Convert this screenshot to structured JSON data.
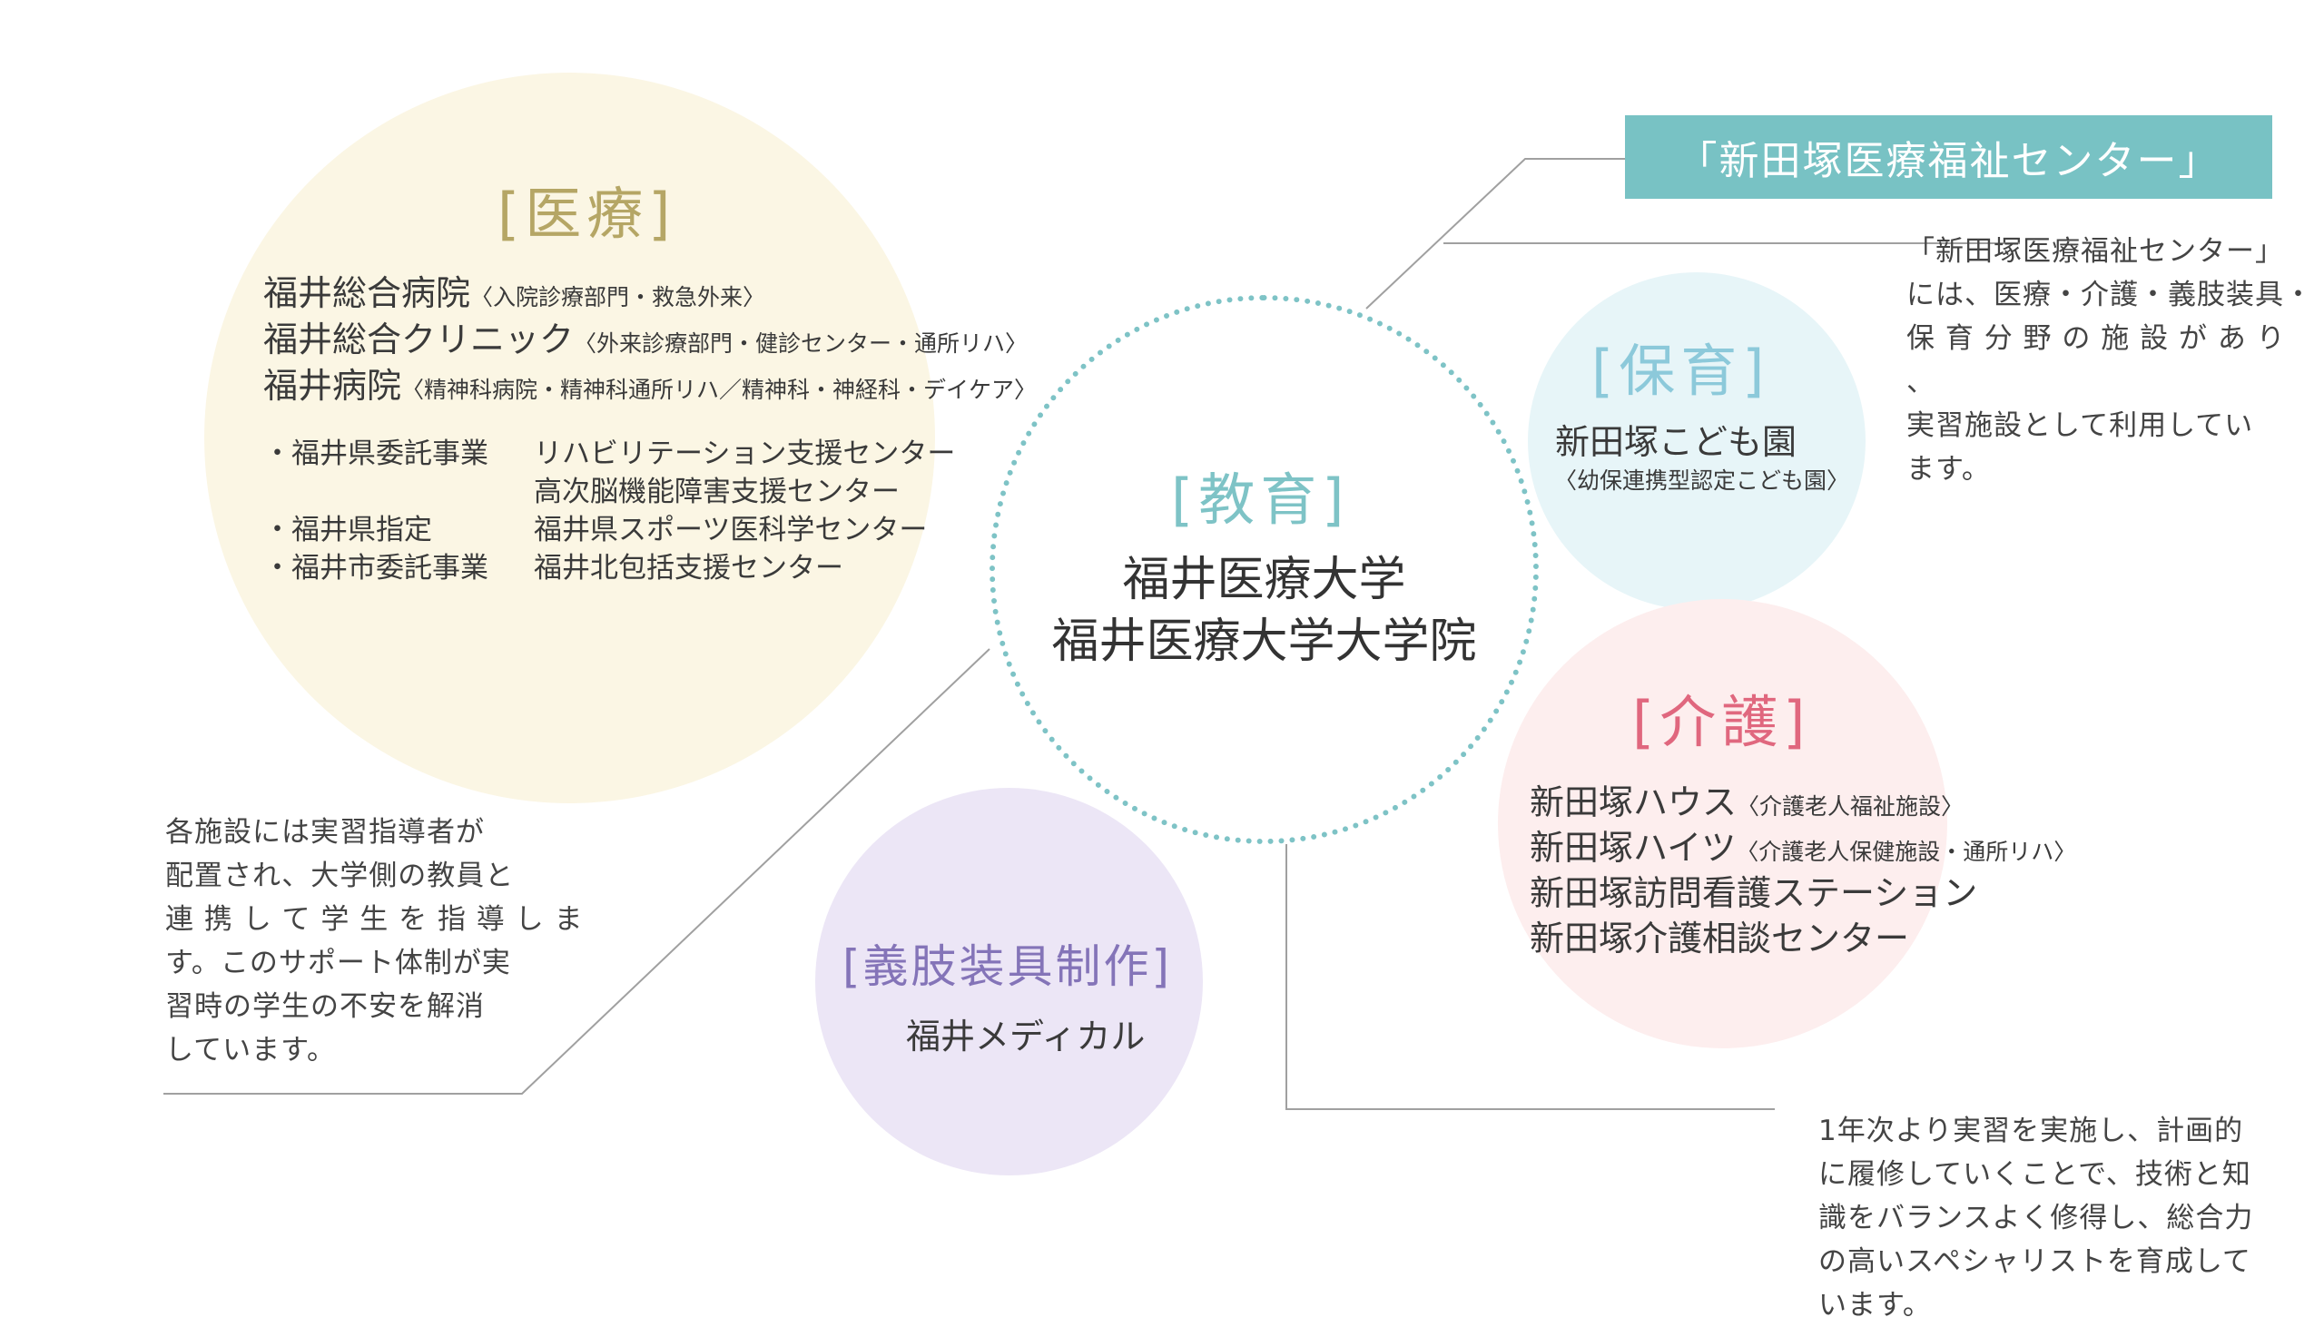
{
  "colors": {
    "medical_circle": "#fbf6e4",
    "medical_title": "#b5a665",
    "childcare_circle": "#e7f5f8",
    "childcare_title": "#8cc9da",
    "care_circle": "#fdeeee",
    "care_title": "#e0677e",
    "prosthetics_circle": "#ece6f6",
    "prosthetics_title": "#8474b8",
    "center_ring": "#7ec3c6",
    "banner_bg": "#78c2c4",
    "line": "#9a9a9a"
  },
  "medical": {
    "title": "[医療]",
    "hospitals": [
      {
        "name": "福井総合病院",
        "detail": "〈入院診療部門・救急外来〉"
      },
      {
        "name": "福井総合クリニック",
        "detail": "〈外来診療部門・健診センター・通所リハ〉"
      },
      {
        "name": "福井病院",
        "detail": "〈精神科病院・精神科通所リハ／精神科・神経科・デイケア〉"
      }
    ],
    "designations": [
      {
        "label": "・福井県委託事業",
        "value": "リハビリテーション支援センター"
      },
      {
        "label": "",
        "value": "高次脳機能障害支援センター"
      },
      {
        "label": "・福井県指定",
        "value": "福井県スポーツ医科学センター"
      },
      {
        "label": "・福井市委託事業",
        "value": "福井北包括支援センター"
      }
    ]
  },
  "education": {
    "title": "[教育]",
    "lines": [
      "福井医療大学",
      "福井医療大学大学院"
    ]
  },
  "childcare": {
    "title": "[保育]",
    "name": "新田塚こども園",
    "detail": "〈幼保連携型認定こども園〉"
  },
  "care": {
    "title": "[介護]",
    "facilities": [
      {
        "name": "新田塚ハウス",
        "detail": "〈介護老人福祉施設〉"
      },
      {
        "name": "新田塚ハイツ",
        "detail": "〈介護老人保健施設・通所リハ〉"
      },
      {
        "name": "新田塚訪問看護ステーション",
        "detail": ""
      },
      {
        "name": "新田塚介護相談センター",
        "detail": ""
      }
    ]
  },
  "prosthetics": {
    "title": "[義肢装具制作]",
    "name": "福井メディカル"
  },
  "banner": {
    "label": "「新田塚医療福祉センター」"
  },
  "notes": {
    "center": [
      "「新田塚医療福祉センター」",
      "には、医療・介護・義肢装具・",
      "保 育 分 野 の 施 設 が あ り 、",
      "実習施設として利用してい",
      "ます。"
    ],
    "left": [
      "各施設には実習指導者が",
      "配置され、大学側の教員と",
      "連 携 し て 学 生 を 指 導 し ま",
      "す。このサポート体制が実",
      "習時の学生の不安を解消",
      "しています。"
    ],
    "bottom": [
      "1年次より実習を実施し、計画的",
      "に履修していくことで、技術と知",
      "識をバランスよく修得し、総合力",
      "の高いスペシャリストを育成して",
      "います。"
    ]
  }
}
